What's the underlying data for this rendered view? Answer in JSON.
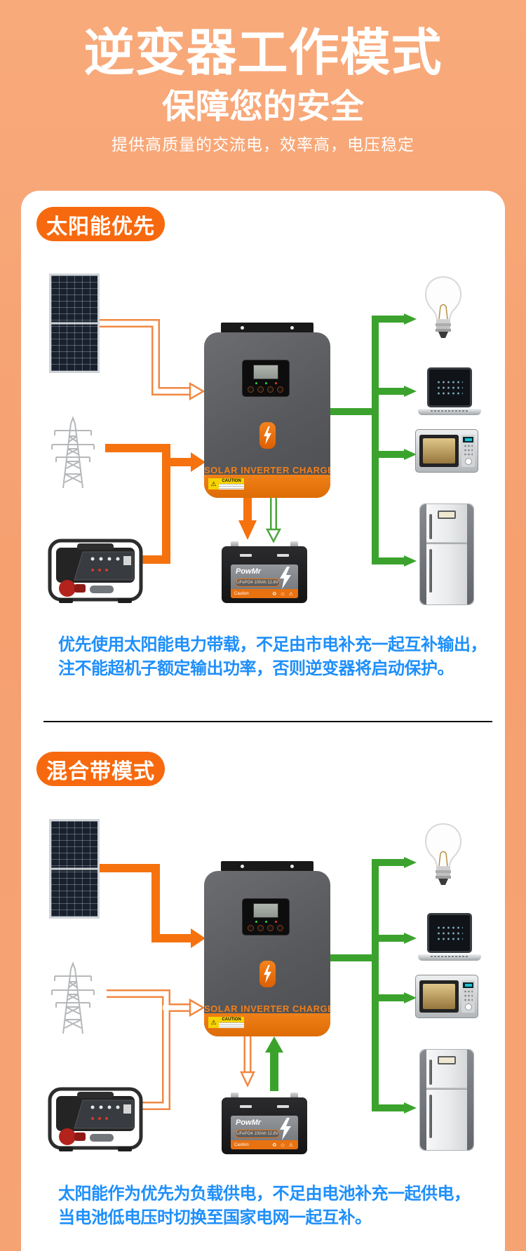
{
  "header": {
    "title": "逆变器工作模式",
    "subtitle": "保障您的安全",
    "tagline": "提供高质量的交流电，效率高，电压稳定"
  },
  "sections": [
    {
      "badge": "太阳能优先",
      "description": [
        "优先使用太阳能电力带载，不足由市电补充一起互补输出，",
        "注不能超机子额定输出功率，否则逆变器将启动保护。"
      ]
    },
    {
      "badge": "混合带模式",
      "description": [
        "太阳能作为优先为负载供电，不足由电池补充一起供电，",
        "当电池低电压时切换至国家电网一起互补。"
      ]
    }
  ],
  "inverter": {
    "label": "SOLAR INVERTER CHARGER",
    "caution": "CAUTION"
  },
  "battery": {
    "brand": "PowMr",
    "spec": "LiFePO4 100Ah 12.8V",
    "caution": "Caution",
    "icons_row": "♻ ◇ ⚠"
  },
  "icons": {
    "warning": "⚠"
  },
  "devices": [
    "solar-panel",
    "transmission-tower",
    "generator",
    "inverter",
    "battery",
    "light-bulb",
    "laptop",
    "microwave",
    "refrigerator"
  ],
  "colors": {
    "background_orange": "#F6A170",
    "badge_orange": "#F7690E",
    "arrow_solid_orange": "#F5720E",
    "arrow_hollow_orange_outline": "#F1884C",
    "arrow_green": "#3BA32D",
    "description_blue": "#1E8FFB",
    "card_white": "#FFFFFF",
    "divider_black": "#0C0C0C"
  }
}
